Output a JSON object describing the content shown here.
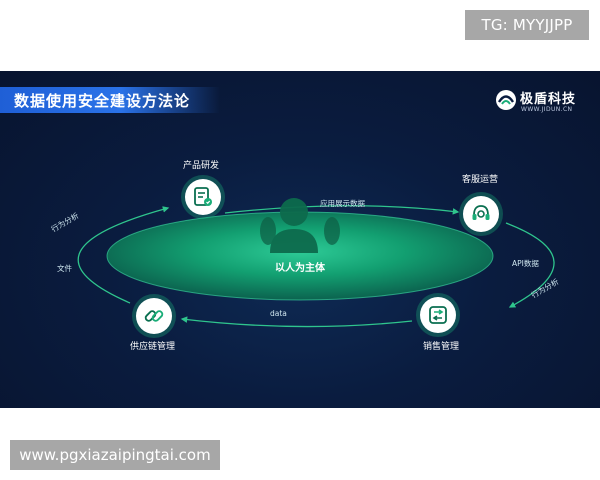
{
  "watermark": {
    "tg_text": "TG: MYYJJPP",
    "url_text": "www.pgxiazaipingtai.com"
  },
  "slide": {
    "title": "数据使用安全建设方法论",
    "brand_name": "极盾科技",
    "brand_url": "WWW.JIDUN.CN",
    "center_label": "以人为主体",
    "nodes": {
      "top_left": {
        "label": "产品研发",
        "icon": "document-edit-icon"
      },
      "top_right": {
        "label": "客服运营",
        "icon": "customer-service-icon"
      },
      "bottom_right": {
        "label": "销售管理",
        "icon": "transfer-list-icon"
      },
      "bottom_left": {
        "label": "供应链管理",
        "icon": "chain-link-icon"
      }
    },
    "edges": {
      "top": "应用展示数据",
      "right_upper": "API数据",
      "right_lower": "行为分析",
      "bottom": "data",
      "left_upper": "行为分析",
      "left_lower": "文件"
    },
    "colors": {
      "background": "#0a1c3f",
      "accent_green": "#1aad78",
      "title_bar": "#2a72e8"
    }
  }
}
